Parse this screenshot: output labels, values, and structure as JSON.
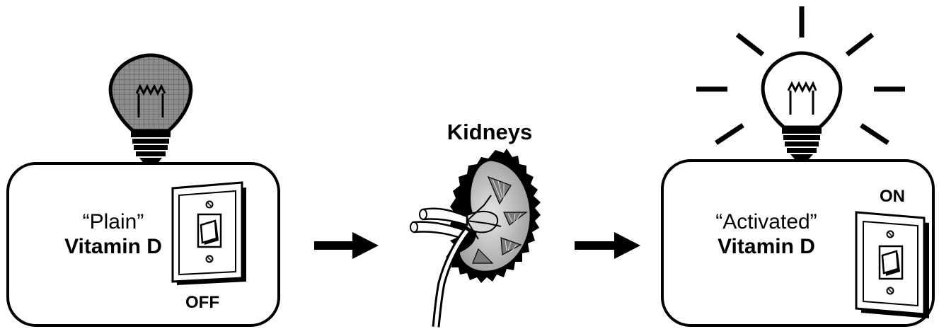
{
  "left_box": {
    "line1": "“Plain”",
    "line2": "Vitamin D",
    "switch_label": "OFF",
    "bulb_state": "off"
  },
  "middle": {
    "label": "Kidneys"
  },
  "right_box": {
    "line1": "“Activated”",
    "line2": "Vitamin D",
    "switch_label": "ON",
    "bulb_state": "on"
  },
  "colors": {
    "ink": "#000000",
    "unlit_bulb": "#8c8c8c",
    "kidney_shade": "#b4b4b4",
    "background": "#ffffff"
  },
  "icons": [
    "unlit-bulb-icon",
    "light-switch-off-icon",
    "arrow-right-icon",
    "kidney-icon",
    "light-switch-on-icon",
    "lit-bulb-icon"
  ]
}
